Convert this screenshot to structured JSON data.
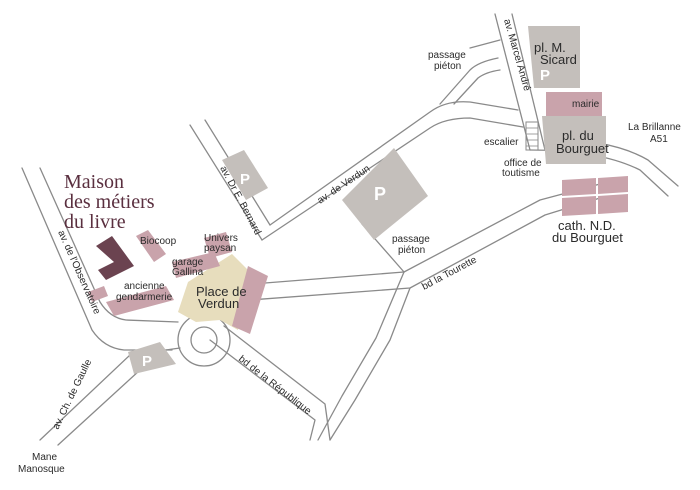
{
  "map_title": [
    "Maison",
    "des métiers",
    "du livre"
  ],
  "colors": {
    "building": "#c9a3ab",
    "target": "#6b4350",
    "parking": "#c4bfbb",
    "square": "#e7ddbd",
    "road": "#8a8a8a",
    "title": "#5a2f3f"
  },
  "streets": {
    "observatoire": "av. de l'Observatoire",
    "bernard": "av. Dr E. Bernard",
    "verdun": "av. de Verdun",
    "marcel_andre": "av. Marcel André",
    "tourette": "bd la Tourette",
    "republique": "bd de la République",
    "gaulle": "av. Ch. de Gaulle"
  },
  "places": {
    "biocoop": "Biocoop",
    "univers": [
      "Univers",
      "paysan"
    ],
    "garage": [
      "garage",
      "Gallina"
    ],
    "gendarmerie": [
      "ancienne",
      "gendarmerie"
    ],
    "place_verdun": [
      "Place de",
      "Verdun"
    ],
    "pl_sicard": [
      "pl. M.",
      "Sicard"
    ],
    "mairie": "mairie",
    "pl_bourguet": [
      "pl. du",
      "Bourguet"
    ],
    "escalier": "escalier",
    "office": [
      "office de",
      "toutisme"
    ],
    "cathedrale": [
      "cath. N.D.",
      "du Bourguet"
    ],
    "passage_top": [
      "passage",
      "piéton"
    ],
    "passage_mid": [
      "passage",
      "piéton"
    ]
  },
  "directions": {
    "brillanne": [
      "La Brillanne",
      "A51"
    ],
    "manosque": [
      "Mane",
      "Manosque"
    ]
  },
  "parking_label": "P"
}
